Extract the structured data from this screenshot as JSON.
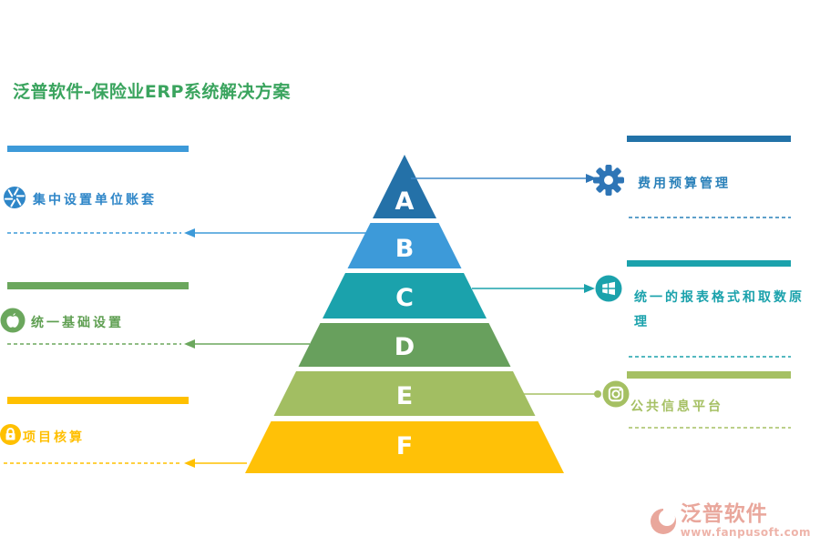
{
  "title": "泛普软件-保险业ERP系统解决方案",
  "pyramid": {
    "levels": [
      {
        "label": "A",
        "color": "#2471A8"
      },
      {
        "label": "B",
        "color": "#3D9AD9"
      },
      {
        "label": "C",
        "color": "#1BA2AC"
      },
      {
        "label": "D",
        "color": "#68A05D"
      },
      {
        "label": "E",
        "color": "#A2BE62"
      },
      {
        "label": "F",
        "color": "#FFC107"
      }
    ]
  },
  "left_items": [
    {
      "label": "集中设置单位账套",
      "icon": "aperture-icon",
      "accent": "#3D9AD9",
      "text_color": "#2E86C8",
      "connects_to_level": "B"
    },
    {
      "label": "统一基础设置",
      "icon": "apple-icon",
      "accent": "#6BA75D",
      "text_color": "#5F9F52",
      "connects_to_level": "D"
    },
    {
      "label": "项目核算",
      "icon": "lock-icon",
      "accent": "#FFC000",
      "text_color": "#FFBF00",
      "connects_to_level": "F"
    }
  ],
  "right_items": [
    {
      "label": "费用预算管理",
      "icon": "gear-icon",
      "accent": "#2272A8",
      "text_color": "#2980B9",
      "connects_to_level": "A"
    },
    {
      "label": "统一的报表格式和取数原理",
      "icon": "windows-icon",
      "accent": "#1BA2AC",
      "text_color": "#1BA2AC",
      "connects_to_level": "C"
    },
    {
      "label": "公共信息平台",
      "icon": "instagram-icon",
      "accent": "#A5C063",
      "text_color": "#A5C063",
      "connects_to_level": "E"
    }
  ],
  "watermark": {
    "brand": "泛普软件",
    "url": "www.fanpusoft.com"
  }
}
